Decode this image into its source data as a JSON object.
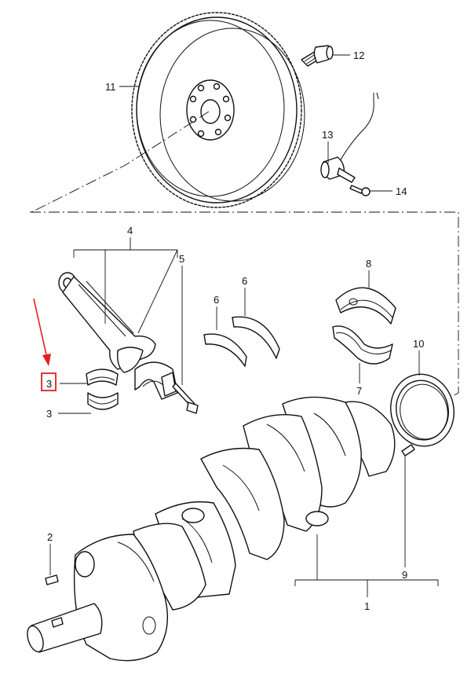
{
  "callouts": {
    "c1": "1",
    "c2": "2",
    "c3_top": "3",
    "c3_bottom": "3",
    "c4": "4",
    "c5": "5",
    "c6_left": "6",
    "c6_right": "6",
    "c7": "7",
    "c8": "8",
    "c9": "9",
    "c10": "10",
    "c11": "11",
    "c12": "12",
    "c13": "13",
    "c14": "14"
  },
  "highlight": {
    "color": "#e02020",
    "arrow_color": "#e02020"
  }
}
